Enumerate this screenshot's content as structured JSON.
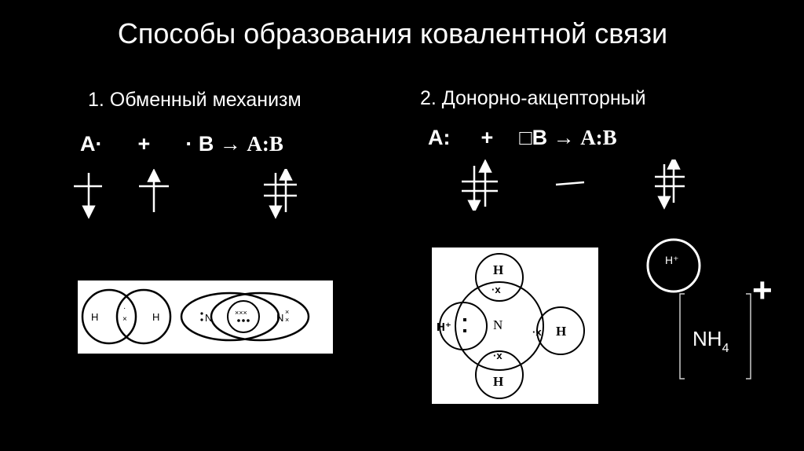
{
  "title": "Способы образования ковалентной связи",
  "exchange": {
    "heading": "1. Обменный механизм",
    "eq_a": "A·",
    "eq_plus": "+",
    "eq_b": "· B",
    "eq_arrow": "→",
    "eq_result": "A:B",
    "venn_h2": {
      "left": "H",
      "center": "·\n×",
      "right": "H"
    },
    "venn_n2": {
      "left": "N",
      "center": "××× ···",
      "right": "N"
    }
  },
  "donor": {
    "heading": "2. Донорно-акцепторный",
    "eq_a": "A:",
    "eq_plus": "+",
    "eq_b": "□B",
    "eq_arrow": "→",
    "eq_result": "A:B",
    "nh4_diagram": {
      "top": "H",
      "bottom": "H",
      "right": "H",
      "center": "N",
      "left": "H⁺"
    },
    "proton_label": "H⁺",
    "ion_label": "NH",
    "ion_sub": "4",
    "ion_charge": "+"
  }
}
